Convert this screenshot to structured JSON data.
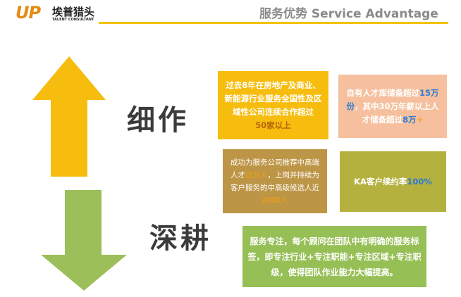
{
  "header": {
    "logo_mark": "UP",
    "logo_cn": "埃普猎头",
    "logo_en": "TALENT CONSULTANT",
    "title": "服务优势  Service Advantage"
  },
  "colors": {
    "accent_yellow": "#f6bd0e",
    "arrow_green": "#9dbf5a",
    "peach": "#f6c09f",
    "brown": "#bd9546",
    "olive": "#b5b13f",
    "green": "#96bf55"
  },
  "icons": [
    "up-arrow-icon",
    "down-arrow-icon"
  ],
  "labels": {
    "xizuo": "细作",
    "shengeng": "深耕"
  },
  "cards": {
    "c1": {
      "text": "过去8年在房地产及商业、新能源行业服务全国性及区域性公司连续合作超过",
      "highlight": "50家以上"
    },
    "c2": {
      "pre": "自有人才库储备超过",
      "num1": "15万份",
      "mid": "，其中30万年薪以上人才储备超过",
      "num2": "8万",
      "post": "+"
    },
    "c3": {
      "pre": "成功为服务公司推荐中高端人才",
      "highlight": "过万人",
      "mid": "，上岗并持续为客户服务的中高级候选人近",
      "num": "2000人"
    },
    "c4": {
      "pre": "KA客户续约率",
      "num": "100%"
    },
    "c5": {
      "text": "服务专注，每个顾问在团队中有明确的服务标签，即专注行业+专注职能+专注区域+专注职级，使得团队作业能力大幅提高。"
    }
  }
}
